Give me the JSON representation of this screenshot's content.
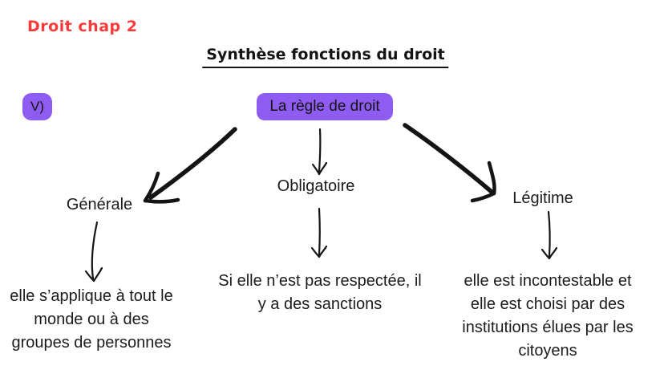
{
  "page": {
    "background": "#ffffff",
    "ink_color": "#1c1c1c",
    "accent_purple": "#8f5cf2",
    "accent_red": "#f93b3b"
  },
  "header": {
    "chapter_label": "Droit chap 2",
    "title": "Synthèse fonctions du droit"
  },
  "root": {
    "section_label": "V)",
    "node_label": "La règle de droit"
  },
  "branches": [
    {
      "label": "Générale",
      "description": "elle s’applique à tout le monde ou à des groupes de personnes"
    },
    {
      "label": "Obligatoire",
      "description": "Si elle n’est pas respectée, il y a des sanctions"
    },
    {
      "label": "Légitime",
      "description": "elle est incontestable et elle est choisi par des institutions élues par les citoyens"
    }
  ]
}
